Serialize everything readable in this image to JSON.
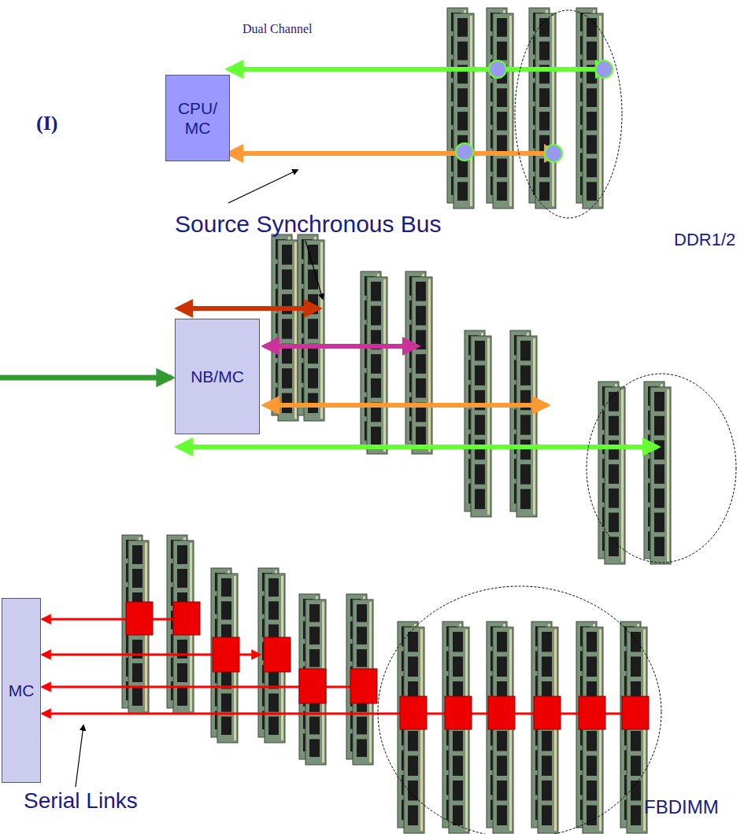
{
  "diagram": {
    "nodes": [
      {
        "text": [
          "CPU/ MC"
        ]
      },
      {
        "text": [
          "NB/MC"
        ]
      },
      {
        "text": [
          "MC"
        ]
      }
    ],
    "labels": [
      "(I)",
      "Dual Channel",
      "Source Synchronous Bus",
      "DDR1/2",
      "Serial Links",
      "FBDIMM"
    ]
  }
}
